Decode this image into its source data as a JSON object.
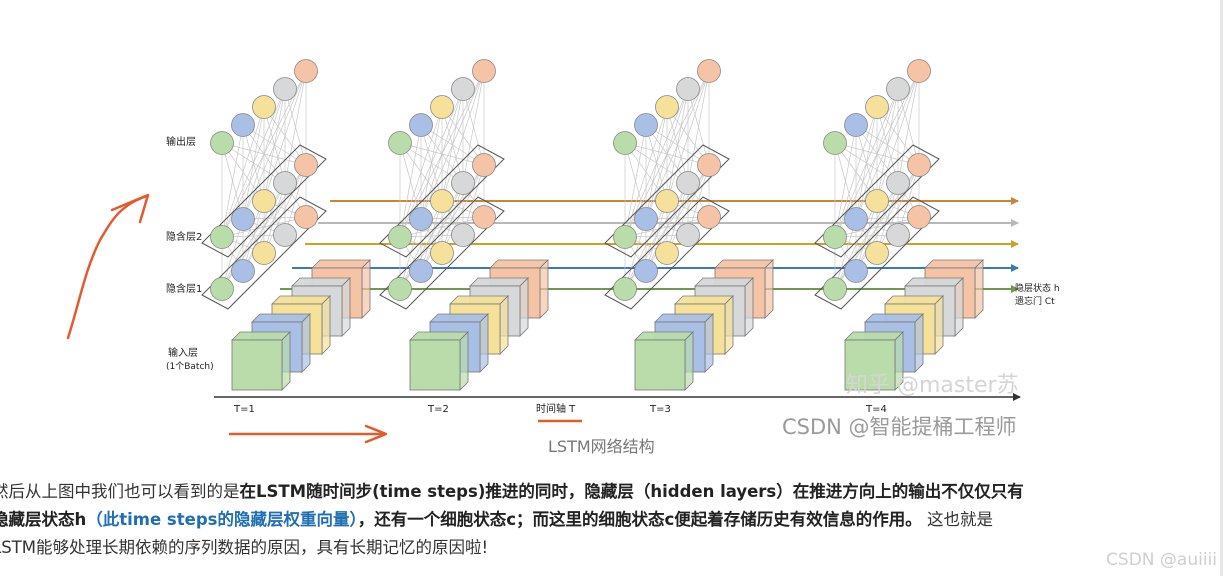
{
  "diagram": {
    "layer_labels": {
      "output": "输出层",
      "hidden2": "隐含层2",
      "hidden1": "隐含层1",
      "input_line1": "输入层",
      "input_line2": "(1个Batch)"
    },
    "timesteps": [
      "T=1",
      "T=2",
      "T=3",
      "T=4"
    ],
    "time_axis_label": "时间轴 T",
    "right_label_line1": "隐层状态 h",
    "right_label_line2": "遗忘门 Ct",
    "caption": "LSTM网络结构",
    "watermark_zhihu": "知乎 @master苏",
    "watermark_csdn": "CSDN @智能提桶工程师",
    "colors": {
      "green": "#b9dcaa",
      "blue": "#a9bfe6",
      "yellow": "#f5e199",
      "gray": "#d6d8da",
      "salmon": "#f5c3a5",
      "arrow_brown": "#c8833d",
      "arrow_gray": "#b8b8b8",
      "arrow_gold": "#c9a227",
      "arrow_blue": "#3d78b5",
      "arrow_green": "#6f9a4d",
      "annotation_red": "#e25b2e"
    }
  },
  "paragraph": {
    "line1_normal": "然后从上图中我们也可以看到的是",
    "line1_bold": "在LSTM随时间步(time steps)推进的同时，隐藏层（hidden layers）在推进方向上的输出不仅仅只有",
    "line2_bold_a": "隐藏层状态h",
    "line2_blue": "（此time steps的隐藏层权重向量）",
    "line2_bold_b": "，还有一个细胞状态c；而这里的细胞状态c便起着存储历史有效信息的作用。",
    "line2_normal": " 这也就是",
    "line3_normal": "LSTM能够处理长期依赖的序列数据的原因，具有长期记忆的原因啦!"
  },
  "watermark_bottom": "CSDN @auiiii"
}
